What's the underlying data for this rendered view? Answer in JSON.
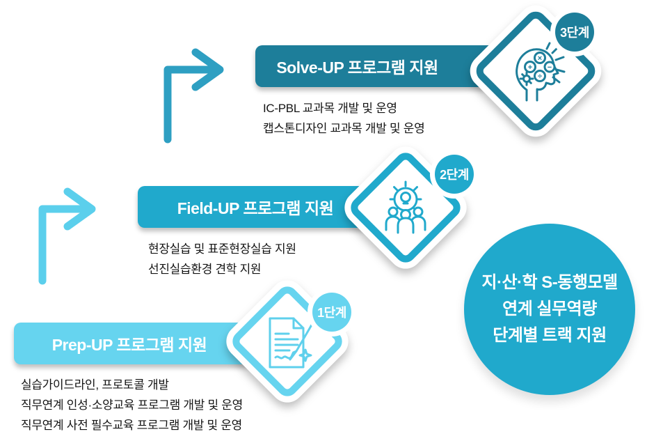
{
  "colors": {
    "step3": "#1D7E9A",
    "step2": "#20A9CC",
    "step1": "#66D4EF",
    "goal_circle": "#20A9CC",
    "arrow_top": "#2E9FC2",
    "arrow_bottom": "#5BCFEC",
    "body_text": "#141414"
  },
  "steps": [
    {
      "badge": "3단계",
      "title": "Solve-UP 프로그램 지원",
      "icon": "head-math-icon",
      "items": [
        "IC-PBL 교과목 개발 및 운영",
        "캡스톤디자인 교과목 개발 및 운영"
      ]
    },
    {
      "badge": "2단계",
      "title": "Field-UP 프로그램 지원",
      "icon": "team-gear-icon",
      "items": [
        "현장실습 및 표준현장실습 지원",
        "선진실습환경 견학 지원"
      ]
    },
    {
      "badge": "1단계",
      "title": "Prep-UP 프로그램 지원",
      "icon": "document-pen-icon",
      "items": [
        "실습가이드라인, 프로토콜 개발",
        "직무연계 인성·소양교육 프로그램 개발 및 운영",
        "직무연계 사전 필수교육 프로그램 개발 및 운영"
      ]
    }
  ],
  "goal_circle": {
    "lines": [
      "지·산·학 S-동행모델",
      "연계 실무역량",
      "단계별 트랙 지원"
    ]
  }
}
